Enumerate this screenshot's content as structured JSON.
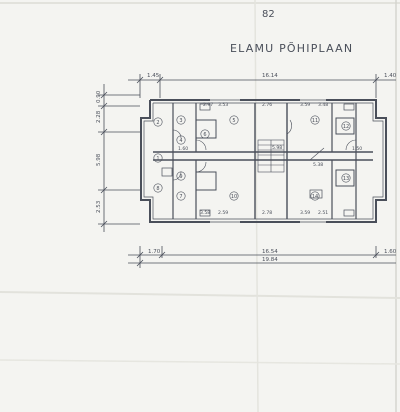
{
  "sheet": {
    "page_no": "82",
    "title": "ELAMU PÕHIPLAAN"
  },
  "dims": {
    "top": {
      "d1": "1.45",
      "d2": "16.14",
      "d3": "1.40"
    },
    "bottom": {
      "d1": "1.70",
      "d2": "16.54",
      "d3": "1.60",
      "total": "19.84"
    },
    "left": {
      "d1": "0.90",
      "d2": "2.28",
      "d3": "5.98",
      "d4": "2.53"
    }
  },
  "rooms": [
    {
      "num": "1",
      "area": ""
    },
    {
      "num": "2",
      "area": ""
    },
    {
      "num": "3",
      "area": ""
    },
    {
      "num": "4",
      "area": ""
    },
    {
      "num": "5",
      "area": ""
    },
    {
      "num": "6",
      "area": ""
    },
    {
      "num": "7",
      "area": ""
    },
    {
      "num": "8",
      "area": ""
    },
    {
      "num": "9",
      "area": ""
    },
    {
      "num": "10",
      "area": ""
    },
    {
      "num": "11",
      "area": ""
    },
    {
      "num": "12",
      "area": ""
    },
    {
      "num": "13",
      "area": ""
    },
    {
      "num": "14",
      "area": ""
    }
  ],
  "room_dims": [
    "2.97",
    "3.53",
    "2.76",
    "3.59",
    "3.48",
    "5.98",
    "5.38",
    "3.58",
    "3.59",
    "2.59",
    "2.78",
    "2.51",
    "1.50",
    "1.60"
  ],
  "colors": {
    "paper": "#f4f4f1",
    "ink": "#4a4f5a",
    "fold": "#d8d8d2"
  }
}
